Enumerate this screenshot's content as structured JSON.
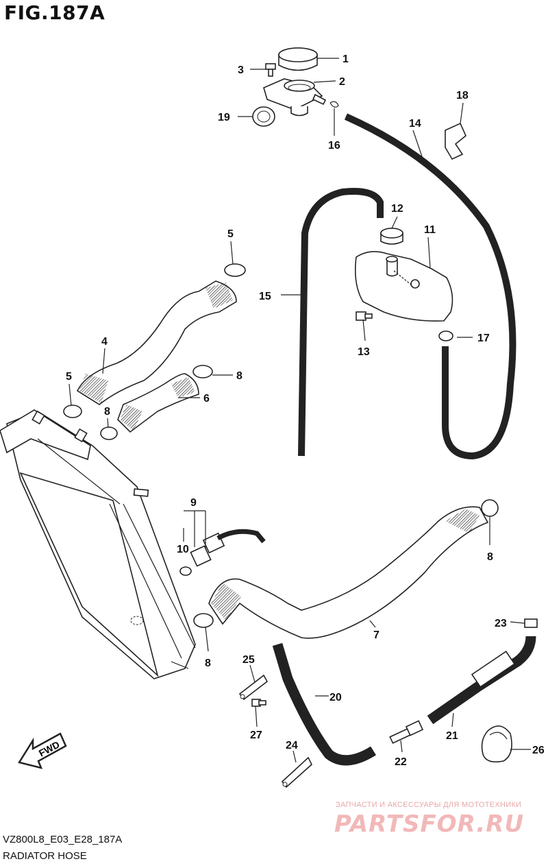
{
  "figure": {
    "title": "FIG.187A",
    "model_code": "VZ800L8_E03_E28_187A",
    "caption": "RADIATOR HOSE"
  },
  "watermark": {
    "line1": "ЗАПЧАСТИ И АКСЕССУАРЫ ДЛЯ МОТОТЕХНИКИ",
    "logo": "PARTSFOR.RU"
  },
  "direction_arrow": {
    "label": "FWD"
  },
  "callouts": [
    {
      "id": "c1",
      "label": "1"
    },
    {
      "id": "c2",
      "label": "2"
    },
    {
      "id": "c3",
      "label": "3"
    },
    {
      "id": "c4",
      "label": "4"
    },
    {
      "id": "c5a",
      "label": "5"
    },
    {
      "id": "c5b",
      "label": "5"
    },
    {
      "id": "c6",
      "label": "6"
    },
    {
      "id": "c7",
      "label": "7"
    },
    {
      "id": "c8a",
      "label": "8"
    },
    {
      "id": "c8b",
      "label": "8"
    },
    {
      "id": "c8c",
      "label": "8"
    },
    {
      "id": "c8d",
      "label": "8"
    },
    {
      "id": "c9",
      "label": "9"
    },
    {
      "id": "c10",
      "label": "10"
    },
    {
      "id": "c11",
      "label": "11"
    },
    {
      "id": "c12",
      "label": "12"
    },
    {
      "id": "c13",
      "label": "13"
    },
    {
      "id": "c14",
      "label": "14"
    },
    {
      "id": "c15",
      "label": "15"
    },
    {
      "id": "c16",
      "label": "16"
    },
    {
      "id": "c17",
      "label": "17"
    },
    {
      "id": "c18",
      "label": "18"
    },
    {
      "id": "c19",
      "label": "19"
    },
    {
      "id": "c20",
      "label": "20"
    },
    {
      "id": "c21",
      "label": "21"
    },
    {
      "id": "c22",
      "label": "22"
    },
    {
      "id": "c23",
      "label": "23"
    },
    {
      "id": "c24",
      "label": "24"
    },
    {
      "id": "c25",
      "label": "25"
    },
    {
      "id": "c26",
      "label": "26"
    },
    {
      "id": "c27",
      "label": "27"
    }
  ]
}
